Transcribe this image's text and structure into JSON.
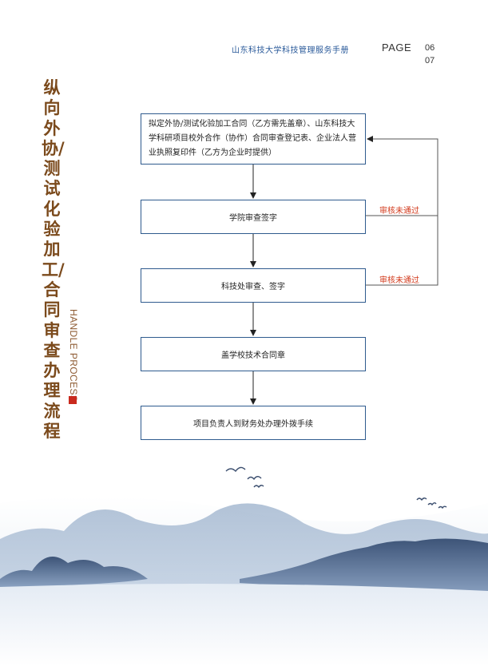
{
  "header": {
    "handbook_title": "山东科技大学科技管理服务手册",
    "page_label": "PAGE",
    "page_numbers": [
      "06",
      "07"
    ]
  },
  "sidebar": {
    "title": "纵向外协/测试化验加工/合同审查办理流程",
    "subtitle": "HANDLE PROCESS",
    "accent_color": "#c92a1e"
  },
  "flowchart": {
    "steps": [
      "拟定外协/测试化验加工合同（乙方需先盖章）、山东科技大学科研项目校外合作（协作）合同审查登记表、企业法人营业执照复印件（乙方为企业时提供）",
      "学院审查签字",
      "科技处审查、签字",
      "盖学校技术合同章",
      "项目负责人到财务处办理外拨手续"
    ],
    "rejections": [
      "审核未通过",
      "审核未通过"
    ],
    "colors": {
      "box_border": "#2f5b8e",
      "arrow": "#222222",
      "rejection_text": "#d23a1c",
      "feedback_line": "#555555"
    }
  }
}
